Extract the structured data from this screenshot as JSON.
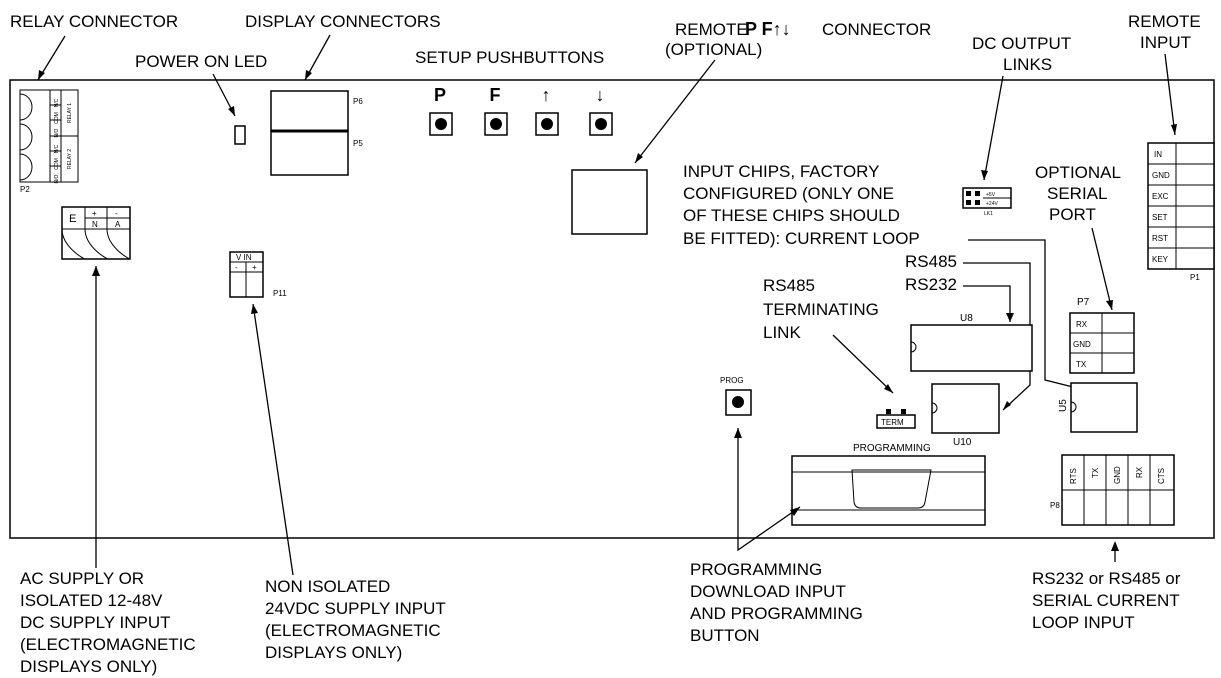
{
  "callouts": {
    "relay_connector": "RELAY CONNECTOR",
    "display_connectors": "DISPLAY CONNECTORS",
    "power_on_led": "POWER ON LED",
    "setup_pushbuttons": "SETUP PUSHBUTTONS",
    "remote_pf_1": "REMOTE",
    "remote_pf_keys": "P F↑↓",
    "remote_pf_2": "CONNECTOR",
    "remote_pf_3": "(OPTIONAL)",
    "dc_output_1": "DC OUTPUT",
    "dc_output_2": "LINKS",
    "remote_input_1": "REMOTE",
    "remote_input_2": "INPUT",
    "input_chips_1": "INPUT CHIPS, FACTORY",
    "input_chips_2": "CONFIGURED (ONLY ONE",
    "input_chips_3": "OF THESE CHIPS SHOULD",
    "input_chips_4": "BE FITTED): CURRENT LOOP",
    "rs485": "RS485",
    "rs232": "RS232",
    "optional_serial_1": "OPTIONAL",
    "optional_serial_2": "SERIAL",
    "optional_serial_3": "PORT",
    "rs485_term_1": "RS485",
    "rs485_term_2": "TERMINATING",
    "rs485_term_3": "LINK",
    "ac_supply_1": "AC SUPPLY OR",
    "ac_supply_2": "ISOLATED 12-48V",
    "ac_supply_3": "DC SUPPLY INPUT",
    "ac_supply_4": "(ELECTROMAGNETIC",
    "ac_supply_5": "DISPLAYS ONLY)",
    "non_iso_1": "NON ISOLATED",
    "non_iso_2": "24VDC SUPPLY INPUT",
    "non_iso_3": "(ELECTROMAGNETIC",
    "non_iso_4": "DISPLAYS ONLY)",
    "prog_dl_1": "PROGRAMMING",
    "prog_dl_2": "DOWNLOAD INPUT",
    "prog_dl_3": "AND PROGRAMMING",
    "prog_dl_4": "BUTTON",
    "serial_in_1": "RS232 or RS485 or",
    "serial_in_2": "SERIAL CURRENT",
    "serial_in_3": "LOOP INPUT"
  },
  "buttons": {
    "p": "P",
    "f": "F",
    "up": "↑",
    "down": "↓"
  },
  "board": {
    "p2": "P2",
    "p5": "P5",
    "p6": "P6",
    "p11": "P11",
    "p1": "P1",
    "p7": "P7",
    "p8": "P8",
    "u8": "U8",
    "u10": "U10",
    "u5": "U5",
    "prog": "PROG",
    "programming": "PROGRAMMING",
    "term": "TERM",
    "lk1": "LK1",
    "lk_5v": "+5V",
    "lk_24v": "+24V",
    "vin": "V IN",
    "vin_minus": "-",
    "vin_plus": "+",
    "relay_pins": [
      "N/C",
      "COM",
      "N/O",
      "N/C",
      "COM",
      "N/O"
    ],
    "relay1": "RELAY 1",
    "relay2": "RELAY 2",
    "ac_e": "E",
    "ac_n_top": "+",
    "ac_n": "N",
    "ac_a_top": "-",
    "ac_a": "A",
    "p1_pins": [
      "IN",
      "GND",
      "EXC",
      "SET",
      "RST",
      "KEY"
    ],
    "p7_pins": [
      "RX",
      "GND",
      "TX"
    ],
    "p8_pins": [
      "RTS",
      "TX",
      "GND",
      "RX",
      "CTS"
    ]
  }
}
